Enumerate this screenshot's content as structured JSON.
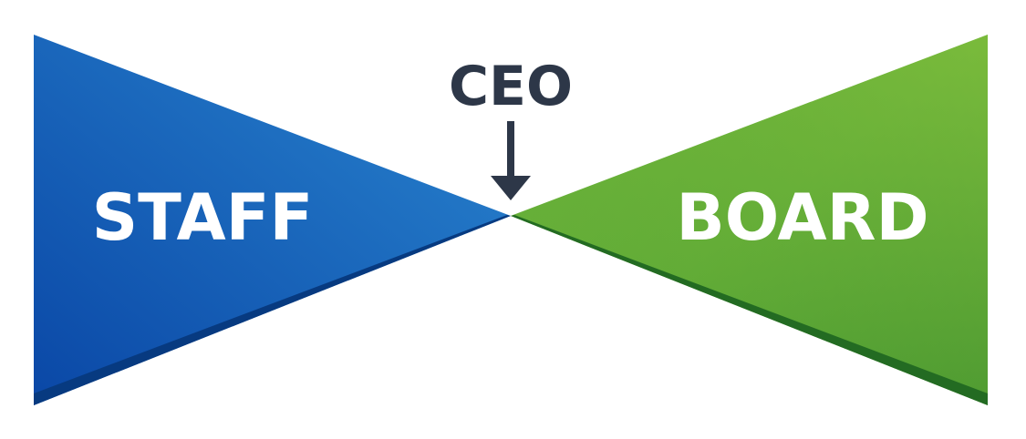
{
  "diagram": {
    "top_label": "CEO",
    "left_label": "STAFF",
    "right_label": "BOARD",
    "colors": {
      "left_light": "#2a86d0",
      "left_dark": "#0a47a6",
      "left_edge": "#073a80",
      "right_light": "#8cc63f",
      "right_dark": "#3f8f2e",
      "right_edge": "#236b22",
      "text_dark": "#2d3748",
      "text_light": "#ffffff"
    }
  }
}
